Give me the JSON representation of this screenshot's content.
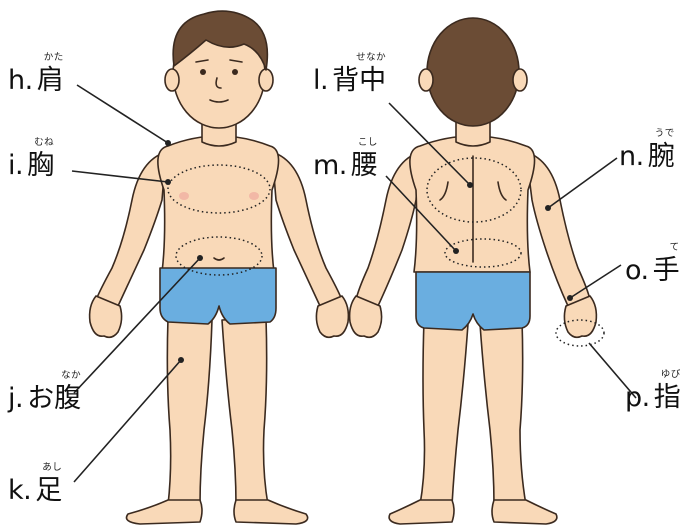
{
  "labels": [
    {
      "letter": "h.",
      "word": "肩",
      "ruby": "かた"
    },
    {
      "letter": "i.",
      "word": "胸",
      "ruby": "むね"
    },
    {
      "letter": "j.",
      "word": "お腹",
      "ruby": "なか"
    },
    {
      "letter": "k.",
      "word": "足",
      "ruby": "あし"
    },
    {
      "letter": "l.",
      "word": "背中",
      "ruby": "せなか"
    },
    {
      "letter": "m.",
      "word": "腰",
      "ruby": "こし"
    },
    {
      "letter": "n.",
      "word": "腕",
      "ruby": "うで"
    },
    {
      "letter": "o.",
      "word": "手",
      "ruby": "て"
    },
    {
      "letter": "p.",
      "word": "指",
      "ruby": "ゆび"
    }
  ],
  "colors": {
    "skin": "#f9d9b8",
    "skin_outline": "#3b2a1f",
    "hair": "#6b4c35",
    "shorts": "#6aaee0",
    "leader_line": "#222222",
    "text": "#111111"
  }
}
